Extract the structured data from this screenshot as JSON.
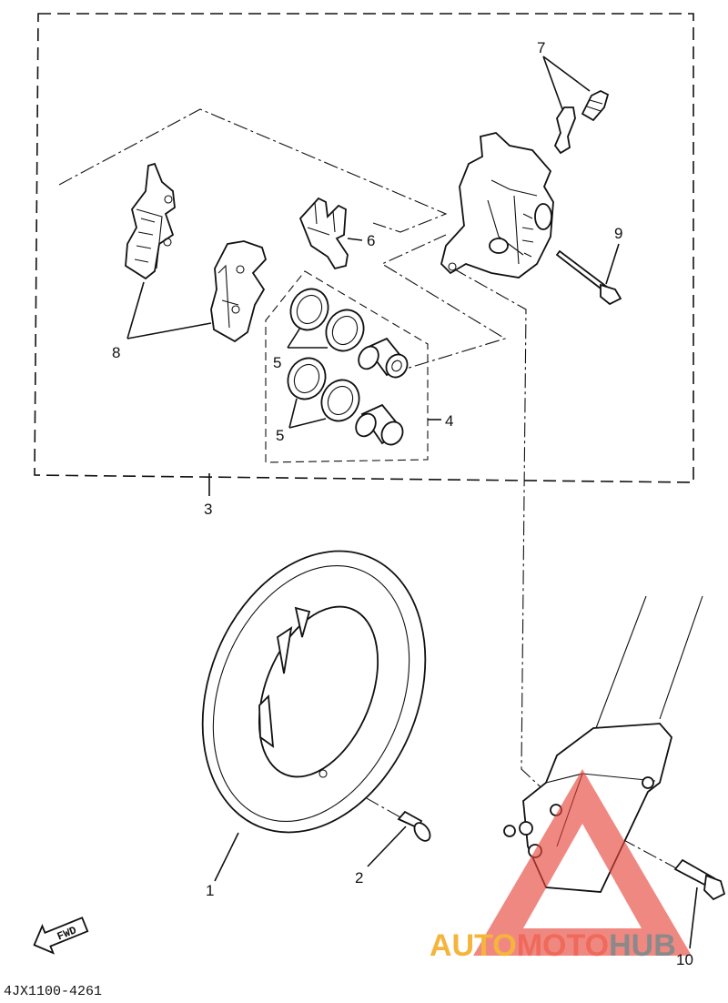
{
  "diagram": {
    "callouts": {
      "c1": "1",
      "c2": "2",
      "c3": "3",
      "c4": "4",
      "c5a": "5",
      "c5b": "5",
      "c6": "6",
      "c7": "7",
      "c8": "8",
      "c9": "9",
      "c10": "10"
    },
    "fwd_arrow_text": "FWD",
    "drawing_code": "4JX1100-4261",
    "watermark": {
      "part1": "AUTO",
      "part2": "MOTO",
      "part3": "HUB",
      "colors": {
        "auto": "#f5b43c",
        "moto": "#ef6a5a",
        "hub": "#8a8a8a",
        "logo": "#e8453c"
      }
    }
  }
}
